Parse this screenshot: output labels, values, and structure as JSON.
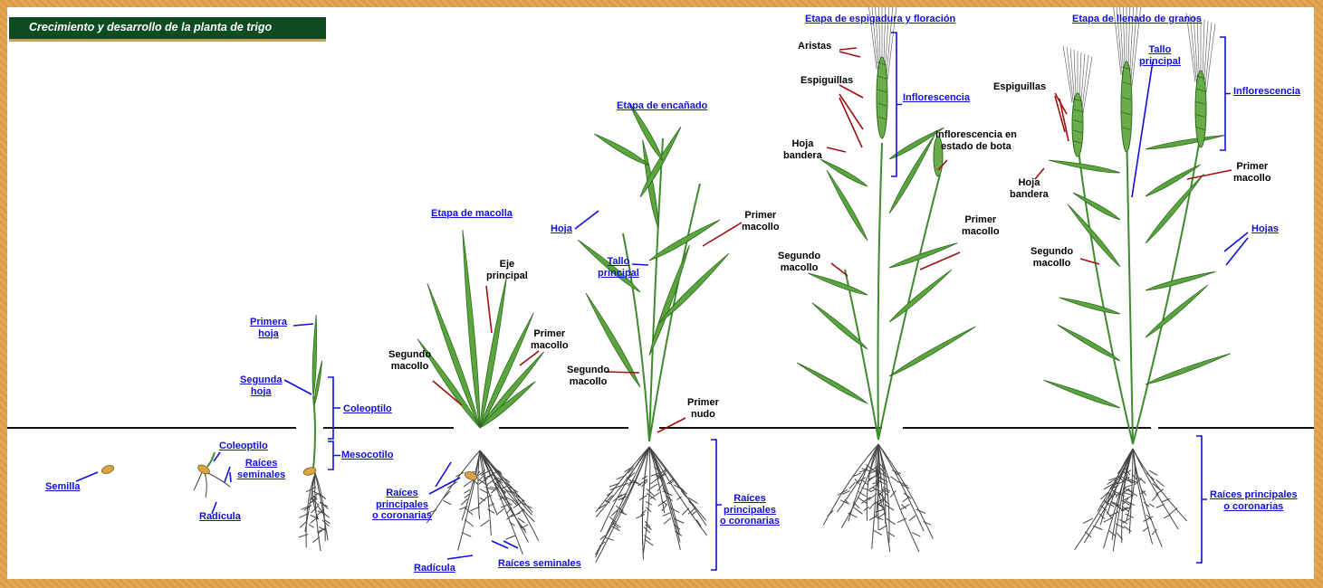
{
  "title": "Crecimiento y desarrollo de la planta de trigo",
  "colors": {
    "frame": "#e2a352",
    "title_bg": "#0d4b22",
    "leaf": "#5ba53e",
    "leaf_dark": "#2f6a22",
    "root": "#4a4a4a",
    "link": "#1010d8",
    "pointer": "#a01010"
  },
  "stages": {
    "macolla": "Etapa de macolla",
    "encanado": "Etapa de encañado",
    "espigadura": "Etapa de espigadura y floración",
    "llenado": "Etapa de llenado de granos"
  },
  "labels": {
    "semilla": "Semilla",
    "coleoptilo_1": "Coleoptilo",
    "raices_seminales_1": "Raíces\nseminales",
    "radicula_1": "Radícula",
    "primera_hoja": "Primera\nhoja",
    "segunda_hoja": "Segunda\nhoja",
    "coleoptilo_2": "Coleoptilo",
    "mesocotilo": "Mesocotilo",
    "eje_principal": "Eje\nprincipal",
    "primer_macollo_1": "Primer\nmacollo",
    "segundo_macollo_1": "Segundo\nmacollo",
    "raices_coronarias_1": "Raíces\nprincipales\no coronarias",
    "radicula_2": "Radícula",
    "raices_seminales_2": "Raíces seminales",
    "hoja": "Hoja",
    "tallo_principal_1": "Tallo\nprincipal",
    "primer_macollo_2": "Primer\nmacollo",
    "segundo_macollo_2": "Segundo\nmacollo",
    "primer_nudo": "Primer\nnudo",
    "raices_coronarias_2": "Raíces\nprincipales\no coronarias",
    "aristas": "Aristas",
    "espiguillas_1": "Espiguillas",
    "inflorescencia_1": "Inflorescencia",
    "hoja_bandera_1": "Hoja\nbandera",
    "inflorescencia_bota": "Inflorescencia en\nestado de bota",
    "primer_macollo_3": "Primer\nmacollo",
    "segundo_macollo_3": "Segundo\nmacollo",
    "espiguillas_2": "Espiguillas",
    "tallo_principal_2": "Tallo\nprincipal",
    "inflorescencia_2": "Inflorescencia",
    "hoja_bandera_2": "Hoja\nbandera",
    "primer_macollo_4": "Primer\nmacollo",
    "hojas": "Hojas",
    "segundo_macollo_4": "Segundo\nmacollo",
    "raices_coronarias_3": "Raíces principales\no coronarias"
  }
}
